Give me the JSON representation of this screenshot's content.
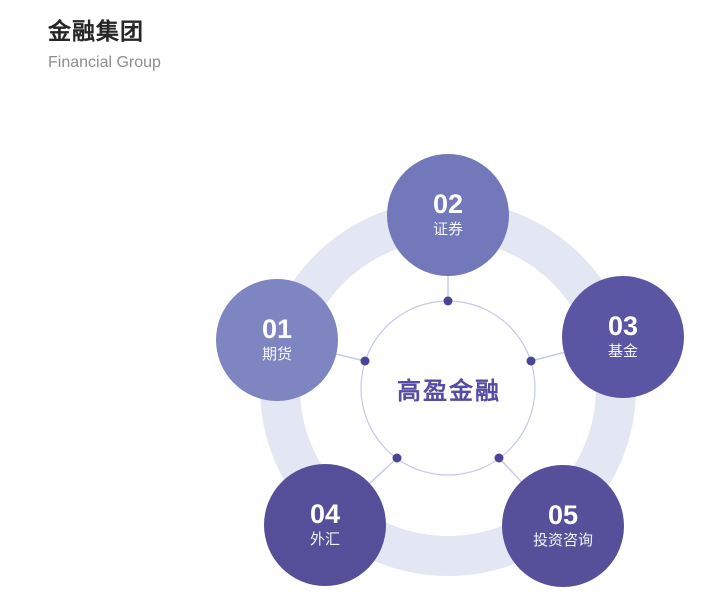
{
  "header": {
    "title": "金融集团",
    "subtitle": "Financial Group"
  },
  "diagram": {
    "center_label": "高盈金融",
    "nodes": [
      {
        "number": "01",
        "label": "期货",
        "color": "#7f85c1"
      },
      {
        "number": "02",
        "label": "证券",
        "color": "#7378ba"
      },
      {
        "number": "03",
        "label": "基金",
        "color": "#5b56a4"
      },
      {
        "number": "04",
        "label": "外汇",
        "color": "#554e98"
      },
      {
        "number": "05",
        "label": "投资咨询",
        "color": "#564f9a"
      }
    ],
    "colors": {
      "ring": "#e3e6f3",
      "connector": "#c6cbe8",
      "hub_border": "#c5cae7",
      "hub_dot": "#4a4497",
      "center_text": "#554ca3"
    }
  }
}
